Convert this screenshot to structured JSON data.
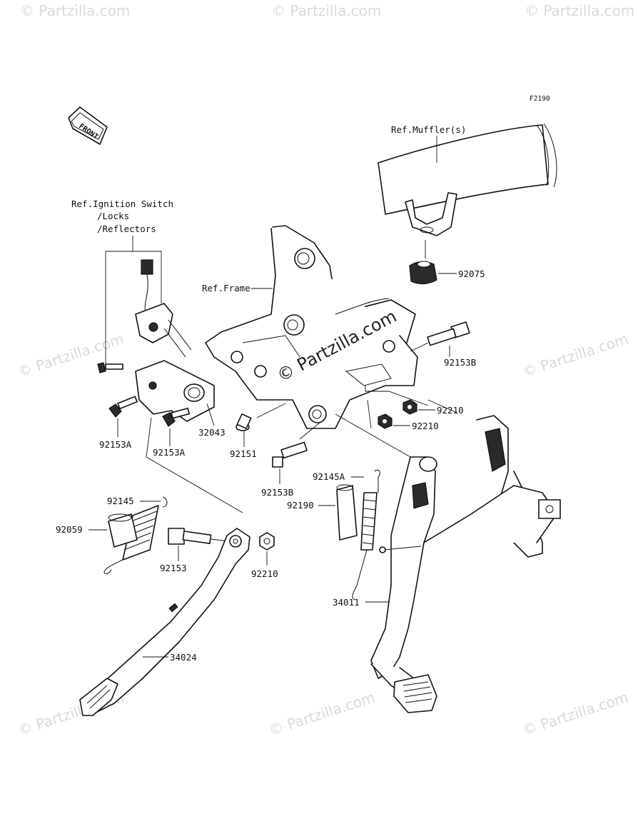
{
  "diagram": {
    "code": "F2190",
    "front_label": "FRONT",
    "watermark": "© Partzilla.com",
    "refs": {
      "muffler": "Ref.Muffler(s)",
      "ignition_line1": "Ref.Ignition Switch",
      "ignition_line2": "/Locks",
      "ignition_line3": "/Reflectors",
      "frame": "Ref.Frame"
    },
    "parts": {
      "p92075": "92075",
      "p92153B_upper": "92153B",
      "p92210_a": "92210",
      "p92210_b": "92210",
      "p92153A_left": "92153A",
      "p92153A_mid": "92153A",
      "p32043": "32043",
      "p92151": "92151",
      "p92153B_lower": "92153B",
      "p92145A": "92145A",
      "p92190": "92190",
      "p92145": "92145",
      "p92059": "92059",
      "p92153": "92153",
      "p92210_c": "92210",
      "p34011": "34011",
      "p34024": "34024"
    }
  }
}
